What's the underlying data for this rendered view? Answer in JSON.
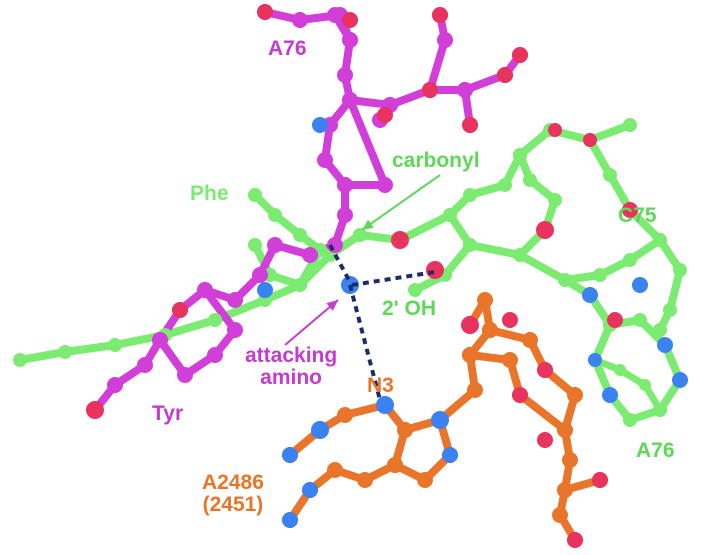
{
  "colors": {
    "green_strand": "#7CEB72",
    "magenta_strand": "#D13ED8",
    "orange_strand": "#E8752A",
    "oxygen": "#E8335E",
    "nitrogen": "#3A82F0",
    "hbond": "#1F2A6B",
    "background": "#ffffff"
  },
  "labels": {
    "a76_top": "A76",
    "carbonyl": "carbonyl",
    "phe": "Phe",
    "c75": "C75",
    "two_oh": "2' OH",
    "attacking": "attacking\namino",
    "tyr": "Tyr",
    "n3": "N3",
    "a2486": "A2486\n(2451)",
    "a76_bottom": "A76"
  }
}
